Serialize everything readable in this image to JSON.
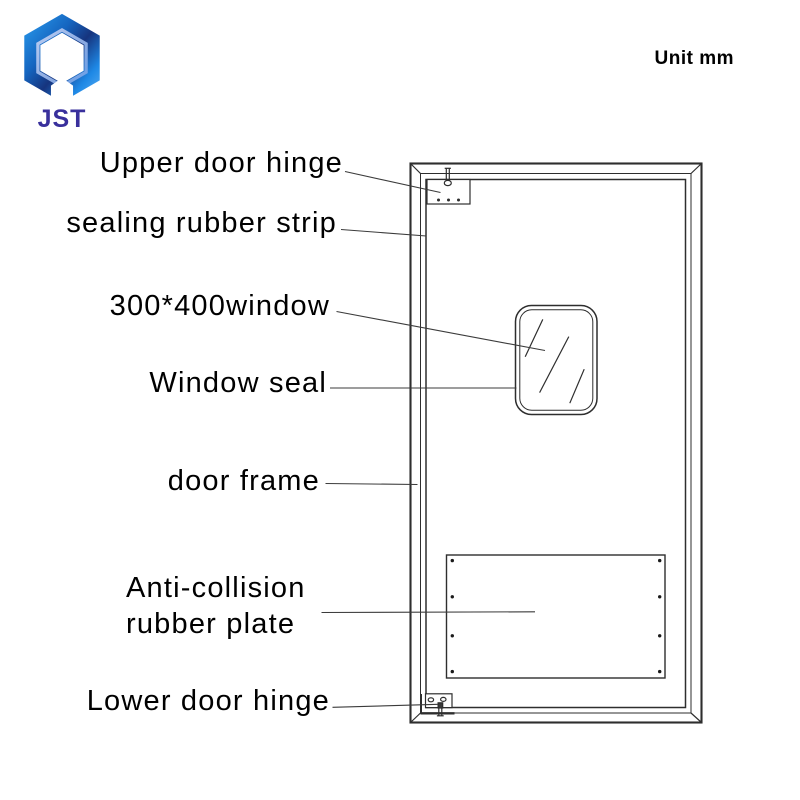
{
  "logo": {
    "text": "JST",
    "icon": "jst-hexagon-logo-icon",
    "brand_blue": "#1e88e5",
    "brand_navy": "#16347e",
    "text_color": "#39309c"
  },
  "header": {
    "unit_label": "Unit mm"
  },
  "diagram": {
    "subject": "swing door front view",
    "line_color": "#2e2e2e",
    "labels": {
      "upper_hinge": "Upper door hinge",
      "sealing_strip": "sealing rubber strip",
      "window": "300*400window",
      "window_seal": "Window seal",
      "door_frame": "door frame",
      "anti_collision": "Anti-collision rubber plate",
      "lower_hinge": "Lower door hinge"
    }
  }
}
